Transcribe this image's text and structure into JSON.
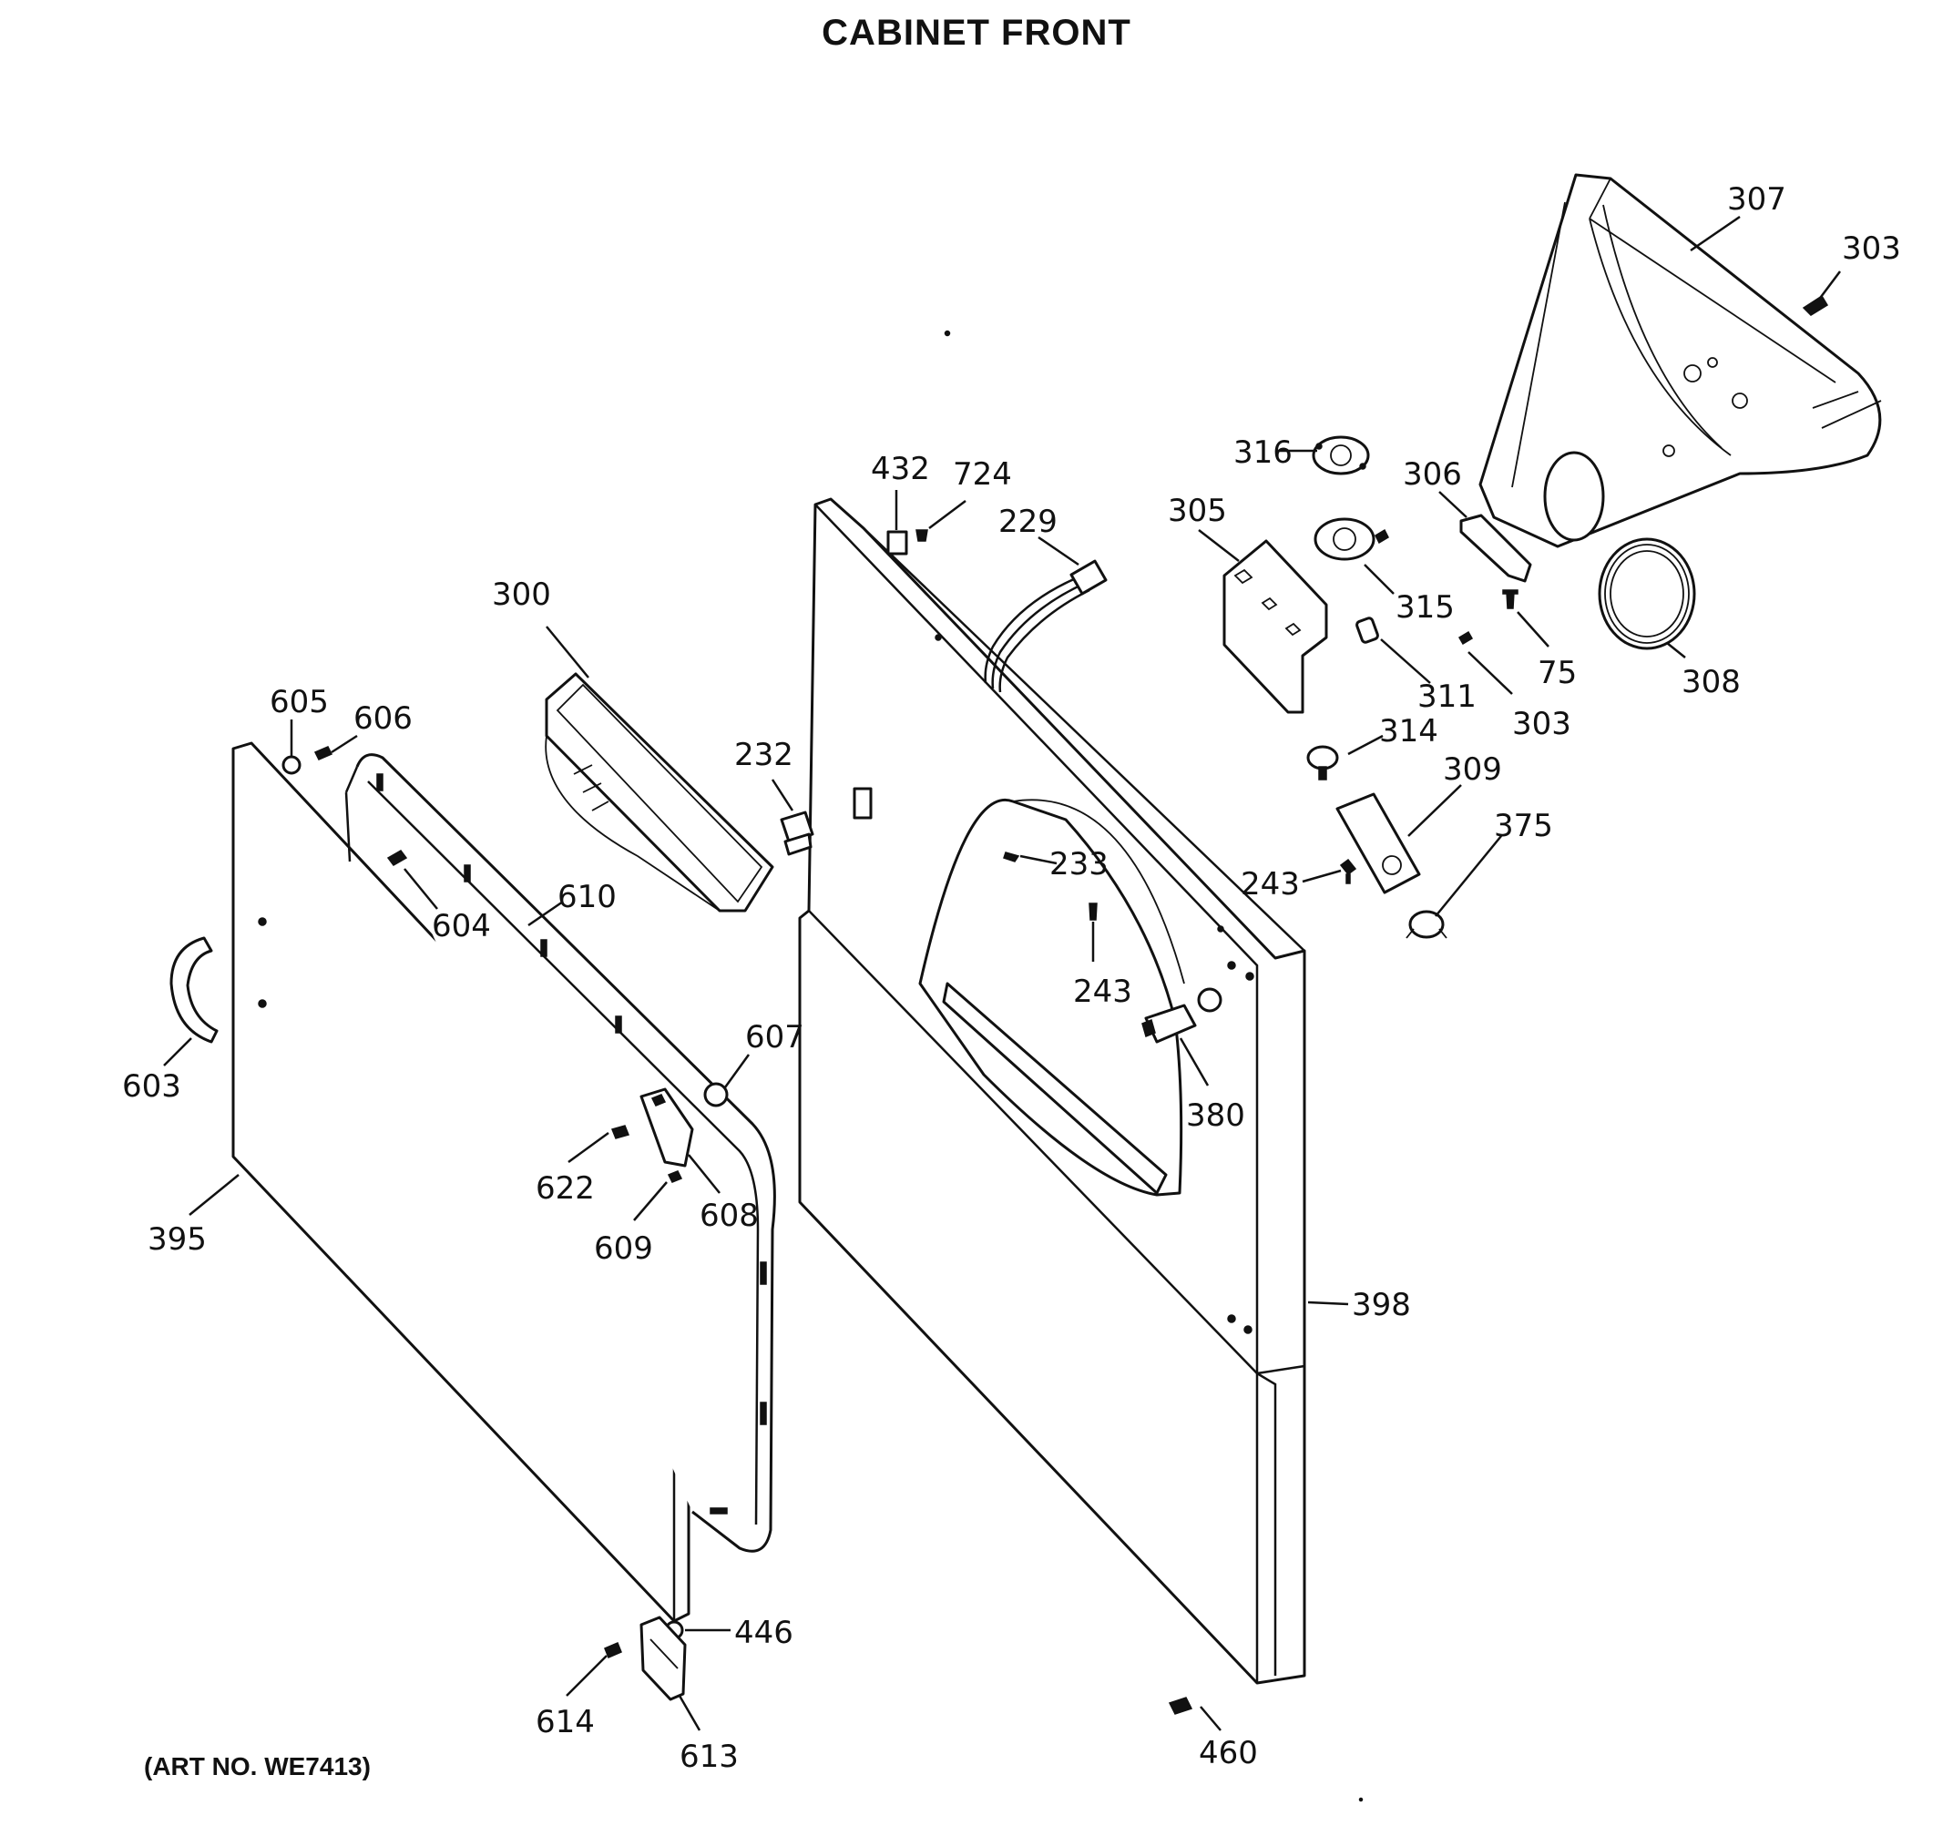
{
  "title": "CABINET FRONT",
  "art_number": "(ART NO. WE7413)",
  "parts": [
    {
      "id": "p307",
      "label": "307"
    },
    {
      "id": "p303a",
      "label": "303"
    },
    {
      "id": "p316",
      "label": "316"
    },
    {
      "id": "p306",
      "label": "306"
    },
    {
      "id": "p305",
      "label": "305"
    },
    {
      "id": "p315",
      "label": "315"
    },
    {
      "id": "p75",
      "label": "75"
    },
    {
      "id": "p308",
      "label": "308"
    },
    {
      "id": "p311",
      "label": "311"
    },
    {
      "id": "p303b",
      "label": "303"
    },
    {
      "id": "p314",
      "label": "314"
    },
    {
      "id": "p309",
      "label": "309"
    },
    {
      "id": "p375",
      "label": "375"
    },
    {
      "id": "p243a",
      "label": "243"
    },
    {
      "id": "p432",
      "label": "432"
    },
    {
      "id": "p724",
      "label": "724"
    },
    {
      "id": "p229",
      "label": "229"
    },
    {
      "id": "p300",
      "label": "300"
    },
    {
      "id": "p232",
      "label": "232"
    },
    {
      "id": "p605",
      "label": "605"
    },
    {
      "id": "p606",
      "label": "606"
    },
    {
      "id": "p610",
      "label": "610"
    },
    {
      "id": "p604",
      "label": "604"
    },
    {
      "id": "p233",
      "label": "233"
    },
    {
      "id": "p243b",
      "label": "243"
    },
    {
      "id": "p380",
      "label": "380"
    },
    {
      "id": "p607",
      "label": "607"
    },
    {
      "id": "p603",
      "label": "603"
    },
    {
      "id": "p622",
      "label": "622"
    },
    {
      "id": "p608",
      "label": "608"
    },
    {
      "id": "p609",
      "label": "609"
    },
    {
      "id": "p395",
      "label": "395"
    },
    {
      "id": "p398",
      "label": "398"
    },
    {
      "id": "p446",
      "label": "446"
    },
    {
      "id": "p614",
      "label": "614"
    },
    {
      "id": "p613",
      "label": "613"
    },
    {
      "id": "p460",
      "label": "460"
    }
  ]
}
